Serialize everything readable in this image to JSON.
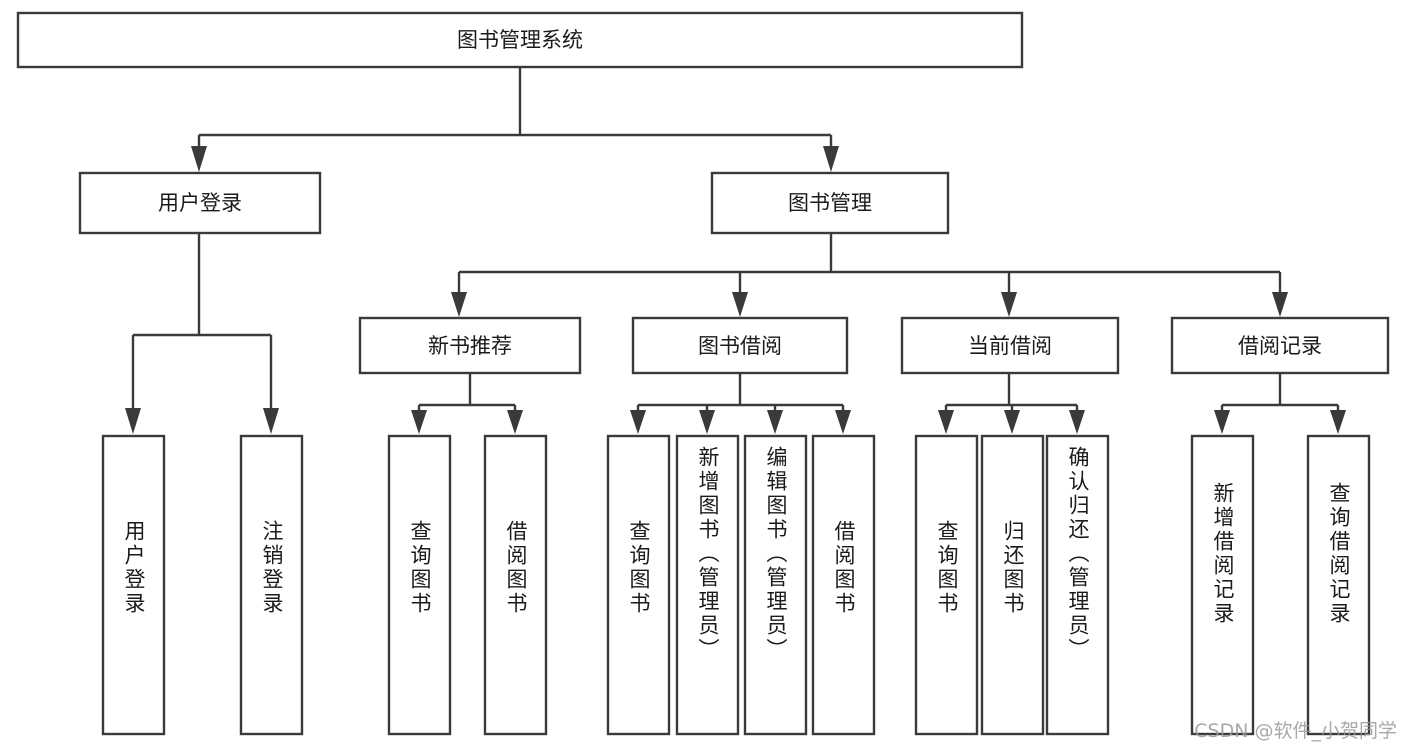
{
  "diagram": {
    "type": "tree-hierarchy",
    "title": "图书管理系统",
    "watermark": "CSDN @软件_小贺同学",
    "colors": {
      "stroke": "#3a3a3a",
      "box_fill": "#ffffff",
      "text": "#1b1b1b",
      "background": "#ffffff",
      "watermark": "#9a9a9a"
    },
    "root": {
      "id": "root",
      "label": "图书管理系统",
      "orientation": "horizontal"
    },
    "level2": [
      {
        "id": "user-login",
        "label": "用户登录",
        "orientation": "horizontal"
      },
      {
        "id": "book-manage",
        "label": "图书管理",
        "orientation": "horizontal"
      }
    ],
    "level3": [
      {
        "id": "new-book-recommend",
        "label": "新书推荐",
        "orientation": "horizontal",
        "parent": "book-manage"
      },
      {
        "id": "book-borrow",
        "label": "图书借阅",
        "orientation": "horizontal",
        "parent": "book-manage"
      },
      {
        "id": "current-borrow",
        "label": "当前借阅",
        "orientation": "horizontal",
        "parent": "book-manage"
      },
      {
        "id": "borrow-record",
        "label": "借阅记录",
        "orientation": "horizontal",
        "parent": "book-manage"
      }
    ],
    "leaves": [
      {
        "id": "leaf-user-login",
        "label": "用户登录",
        "orientation": "vertical",
        "parent": "user-login"
      },
      {
        "id": "leaf-logout-login",
        "label": "注销登录",
        "orientation": "vertical",
        "parent": "user-login"
      },
      {
        "id": "leaf-query-book-1",
        "label": "查询图书",
        "orientation": "vertical",
        "parent": "new-book-recommend"
      },
      {
        "id": "leaf-borrow-book-1",
        "label": "借阅图书",
        "orientation": "vertical",
        "parent": "new-book-recommend"
      },
      {
        "id": "leaf-query-book-2",
        "label": "查询图书",
        "orientation": "vertical",
        "parent": "book-borrow"
      },
      {
        "id": "leaf-add-book",
        "label": "新增图书（管理员）",
        "orientation": "vertical",
        "parent": "book-borrow"
      },
      {
        "id": "leaf-edit-book",
        "label": "编辑图书（管理员）",
        "orientation": "vertical",
        "parent": "book-borrow"
      },
      {
        "id": "leaf-borrow-book-2",
        "label": "借阅图书",
        "orientation": "vertical",
        "parent": "book-borrow"
      },
      {
        "id": "leaf-query-book-3",
        "label": "查询图书",
        "orientation": "vertical",
        "parent": "current-borrow"
      },
      {
        "id": "leaf-return-book",
        "label": "归还图书",
        "orientation": "vertical",
        "parent": "current-borrow"
      },
      {
        "id": "leaf-confirm-return",
        "label": "确认归还（管理员）",
        "orientation": "vertical",
        "parent": "current-borrow"
      },
      {
        "id": "leaf-add-record",
        "label": "新增借阅记录",
        "orientation": "vertical",
        "parent": "borrow-record"
      },
      {
        "id": "leaf-query-record",
        "label": "查询借阅记录",
        "orientation": "vertical",
        "parent": "borrow-record"
      }
    ]
  }
}
